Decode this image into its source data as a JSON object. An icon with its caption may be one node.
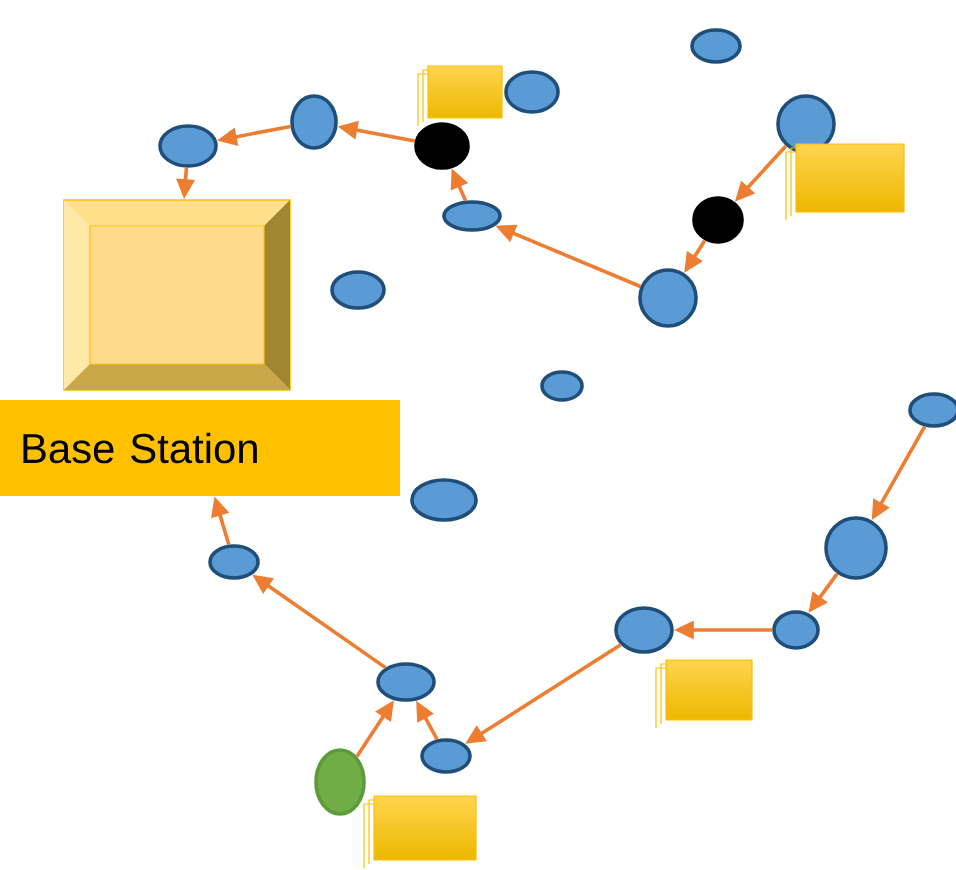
{
  "diagram": {
    "nodes": [
      {
        "text": [],
        "shape": "box"
      },
      {
        "text": [
          "Base Station"
        ]
      },
      {
        "text": [],
        "shape": "ellipse"
      },
      {
        "text": [],
        "shape": "ellipse"
      },
      {
        "text": [],
        "shape": "ellipse"
      },
      {
        "text": [],
        "shape": "ellipse"
      },
      {
        "text": [],
        "shape": "ellipse"
      },
      {
        "text": [],
        "shape": "circle"
      },
      {
        "text": [],
        "shape": "ellipse"
      },
      {
        "text": [],
        "shape": "circle"
      },
      {
        "text": [],
        "shape": "ellipse"
      },
      {
        "text": [],
        "shape": "ellipse"
      },
      {
        "text": [],
        "shape": "ellipse"
      },
      {
        "text": [],
        "shape": "ellipse"
      },
      {
        "text": [],
        "shape": "ellipse"
      },
      {
        "text": [],
        "shape": "ellipse"
      },
      {
        "text": [],
        "shape": "ellipse"
      },
      {
        "text": [],
        "shape": "ellipse"
      },
      {
        "text": [],
        "shape": "ellipse"
      },
      {
        "text": [],
        "shape": "ellipse"
      },
      {
        "text": [],
        "shape": "ellipse"
      },
      {
        "text": [],
        "shape": "ellipse"
      }
    ],
    "edges": [
      {
        "from": 5,
        "to": 9,
        "arrow": "to"
      },
      {
        "from": 9,
        "to": 11,
        "arrow": "to"
      },
      {
        "from": 11,
        "to": 8,
        "arrow": "to"
      },
      {
        "from": 8,
        "to": 7,
        "arrow": "to"
      },
      {
        "from": 7,
        "to": 4,
        "arrow": "to"
      },
      {
        "from": 4,
        "to": 6,
        "arrow": "to"
      },
      {
        "from": 6,
        "to": 0,
        "arrow": "to"
      },
      {
        "from": 13,
        "to": 15,
        "arrow": "to"
      },
      {
        "from": 15,
        "to": 18,
        "arrow": "to"
      },
      {
        "from": 18,
        "to": 17,
        "arrow": "to"
      },
      {
        "from": 17,
        "to": 20,
        "arrow": "to"
      },
      {
        "from": 20,
        "to": 19,
        "arrow": "to"
      },
      {
        "from": 21,
        "to": 19,
        "arrow": "to"
      },
      {
        "from": 19,
        "to": 16,
        "arrow": "to"
      },
      {
        "from": 16,
        "to": 1,
        "arrow": "to"
      }
    ]
  }
}
